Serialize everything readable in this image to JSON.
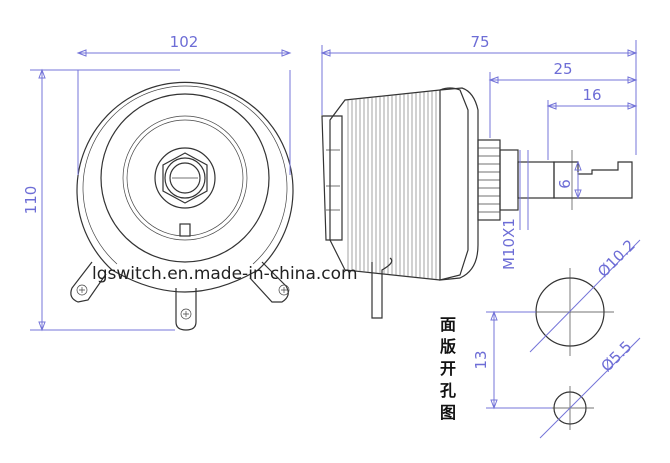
{
  "dimensions": {
    "front_width": "102",
    "front_height": "110",
    "total_length": "75",
    "shaft_length": "25",
    "shaft_tip": "16",
    "flat": "6",
    "thread": "M10X1",
    "hole_big": "Ø10.2",
    "hole_small": "Ø5.5",
    "hole_spacing": "13"
  },
  "watermark": "lgswitch.en.made-in-china.com",
  "panel_label": [
    "面",
    "版",
    "开",
    "孔",
    "图"
  ],
  "colors": {
    "dimension": "#6d6dd6",
    "line": "#333333"
  }
}
